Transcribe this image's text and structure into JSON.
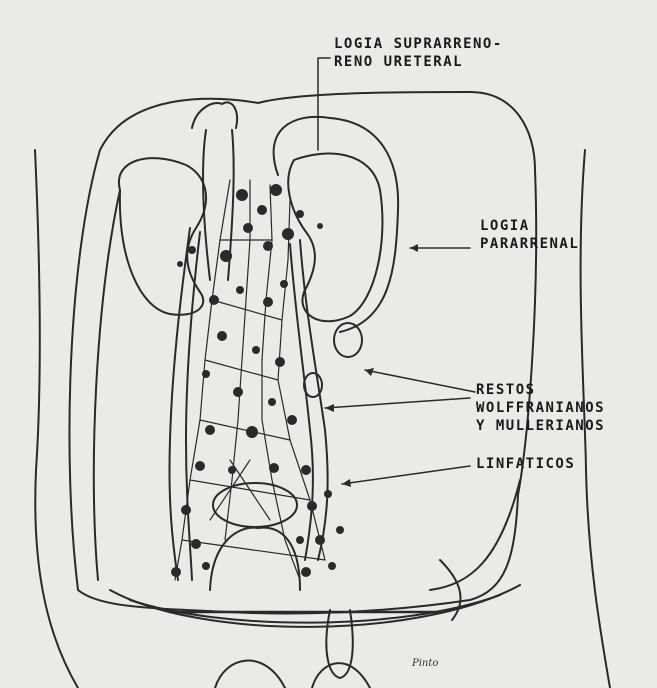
{
  "labels": {
    "logia_suprarreno_1": "LOGIA SUPRARRENO-",
    "logia_suprarreno_2": "RENO URETERAL",
    "logia_pararrenal_1": "LOGIA",
    "logia_pararrenal_2": "PARARRENAL",
    "restos_1": "RESTOS",
    "restos_2": "WOLFFRANIANOS",
    "restos_3": "Y MULLERIANOS",
    "linfaticos": "LINFATICOS"
  },
  "signature": "Pinto"
}
